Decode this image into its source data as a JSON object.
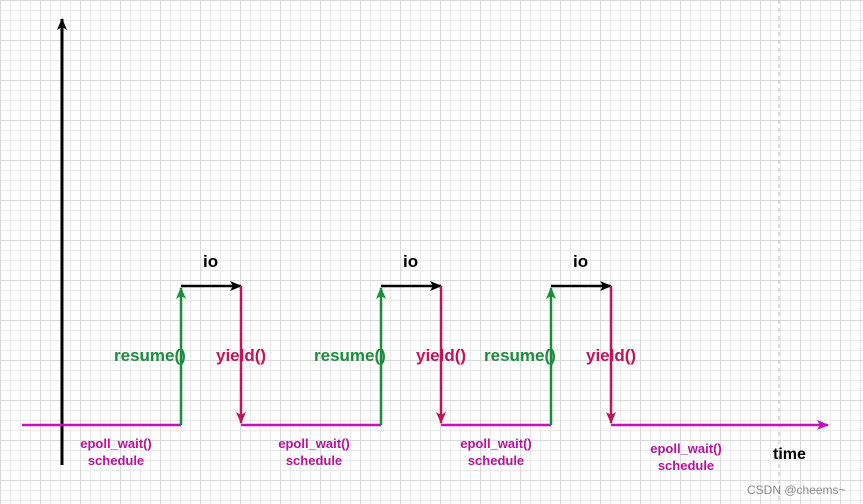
{
  "colors": {
    "axis": "#000000",
    "timeline": "#c412b8",
    "resume": "#1a8c3c",
    "yield": "#c0145a",
    "io": "#000000",
    "schedule_text": "#b5139b"
  },
  "axis_label": "time",
  "cycles": [
    {
      "io_label": "io",
      "resume_label": "resume()",
      "yield_label": "yield()"
    },
    {
      "io_label": "io",
      "resume_label": "resume()",
      "yield_label": "yield()"
    },
    {
      "io_label": "io",
      "resume_label": "resume()",
      "yield_label": "yield()"
    }
  ],
  "schedule_labels": [
    {
      "line1": "epoll_wait()",
      "line2": "schedule"
    },
    {
      "line1": "epoll_wait()",
      "line2": "schedule"
    },
    {
      "line1": "epoll_wait()",
      "line2": "schedule"
    },
    {
      "line1": "epoll_wait()",
      "line2": "schedule"
    }
  ],
  "watermark": "CSDN @cheems~"
}
